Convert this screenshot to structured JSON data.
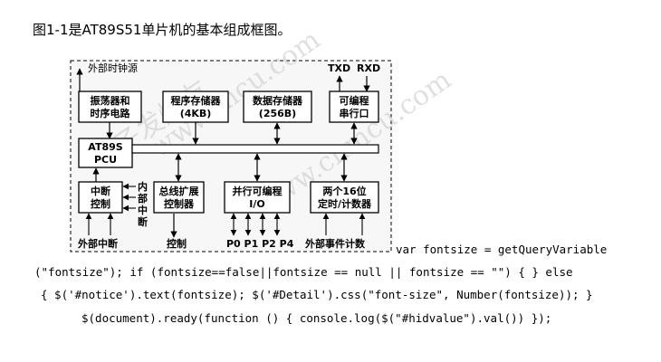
{
  "caption": "图1-1是AT89S51单片机的基本组成框图。",
  "diagram": {
    "external_clock": "外部时钟源",
    "osc_line1": "振荡器和",
    "osc_line2": "时序电路",
    "cpu_line1": "AT89S",
    "cpu_line2": "PCU",
    "prog_mem_line1": "程序存储器",
    "prog_mem_line2": "(4KB)",
    "data_mem_line1": "数据存储器",
    "data_mem_line2": "(256B)",
    "serial_line1": "可编程",
    "serial_line2": "串行口",
    "txd": "TXD",
    "rxd": "RXD",
    "int_line1": "中断",
    "int_line2": "控制",
    "bus_line1": "总线扩展",
    "bus_line2": "控制器",
    "pio_line1": "并行可编程",
    "pio_line2": "I/O",
    "timer_line1": "两个16位",
    "timer_line2": "定时/计数器",
    "internal_int": [
      "内",
      "部",
      "中",
      "断"
    ],
    "external_int": "外部中断",
    "control": "控制",
    "ports": "P0  P1  P2  P4",
    "external_events": "外部事件计数",
    "watermarks": [
      "电子发烧友",
      "www.mcu.com",
      "www.cnmcu.com"
    ]
  },
  "code": {
    "line1": "var fontsize = getQueryVariable",
    "line2": "(\"fontsize\"); if (fontsize==false||fontsize == null || fontsize == \"\") { } else",
    "line3": "{ $('#notice').text(fontsize); $('#Detail').css(\"font-size\", Number(fontsize)); }",
    "line4": "$(document).ready(function () { console.log($(\"#hidvalue\").val()) });"
  }
}
